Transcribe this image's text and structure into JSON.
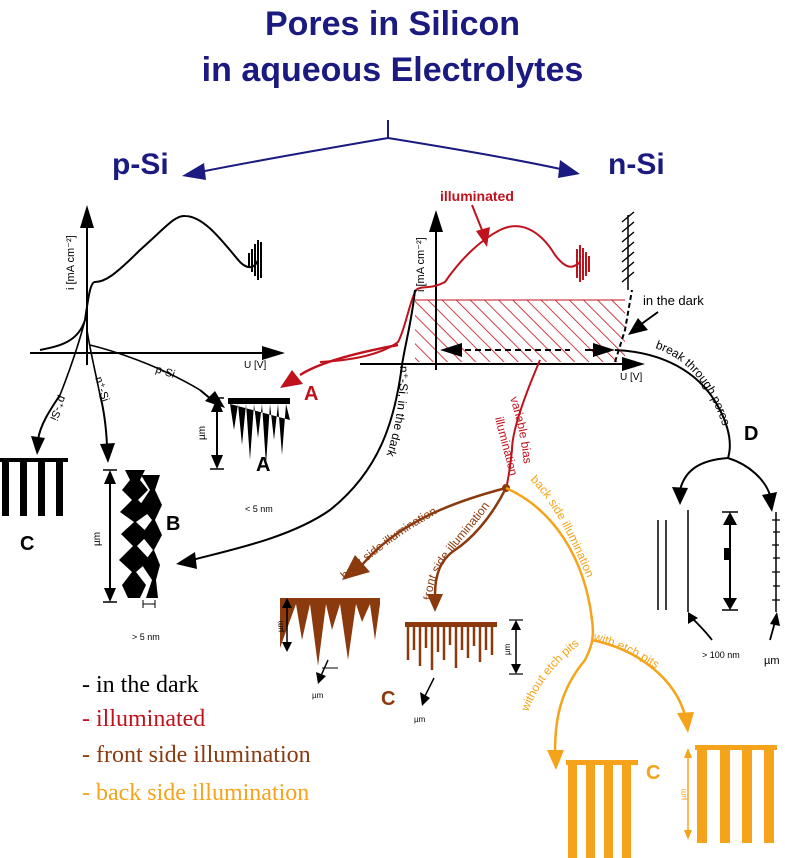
{
  "title": {
    "line1": "Pores in Silicon",
    "line2": "in aqueous Electrolytes"
  },
  "branches": {
    "p": "p-Si",
    "n": "n-Si"
  },
  "axes": {
    "y_label": "i [mA cm⁻²]",
    "x_label": "U [V]"
  },
  "labels": {
    "illuminated": "illuminated",
    "in_the_dark": "in the dark",
    "break_through": "break through pores",
    "p_si_curve": "p-Si",
    "p_plus_si": "p⁺-Si",
    "n_plus_si": "n⁺-Si",
    "n_plus_si_dark": "n⁺-Si, in the dark",
    "illum_variable": "illumination variable bias",
    "back_side_1": "back side illumination",
    "front_side": "front side illumination",
    "back_side_2": "back side illumination",
    "without_pits": "without etch pits",
    "with_pits": "with etch pits"
  },
  "markers": {
    "A": "A",
    "B": "B",
    "C": "C",
    "D": "D"
  },
  "dims": {
    "um": "µm",
    "lt5": "< 5 nm",
    "gt5": "> 5 nm",
    "gt100": "> 100 nm"
  },
  "legend": [
    {
      "text": "- in the dark",
      "color": "#000000"
    },
    {
      "text": "- illuminated",
      "color": "#c0121d"
    },
    {
      "text": "- front side illumination",
      "color": "#8b3a0e"
    },
    {
      "text": "- back side illumination",
      "color": "#f5a31a"
    }
  ],
  "colors": {
    "navy": "#1a1a80",
    "red": "#c0121d",
    "brown": "#8b3a0e",
    "orange": "#f5a31a",
    "black": "#000000"
  }
}
